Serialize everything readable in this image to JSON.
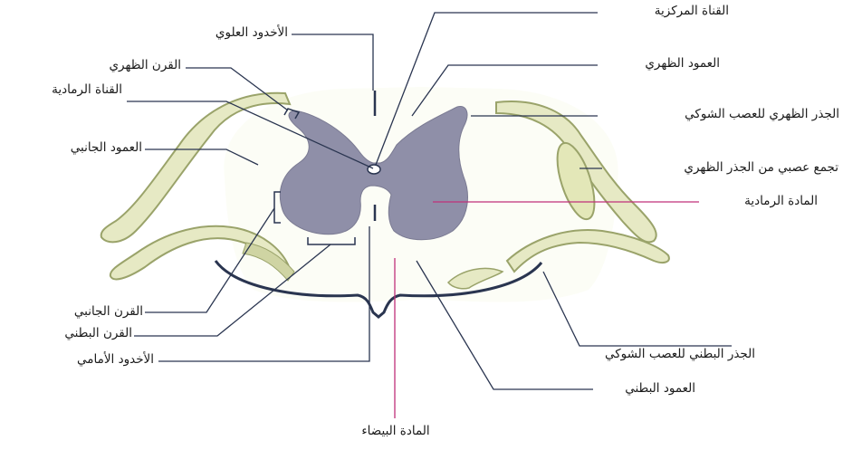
{
  "labels": {
    "posterior_median_sulcus": "الأخدود العلوي",
    "dorsal_horn": "القرن الظهري",
    "gray_commissure": "القناة الرمادية",
    "lateral_column": "العمود الجانبي",
    "lateral_horn": "القرن الجانبي",
    "ventral_horn": "القرن البطني",
    "anterior_median_fissure": "الأخدود الأمامي",
    "white_matter": "المادة البيضاء",
    "central_canal": "القناة المركزية",
    "dorsal_column": "العمود الظهري",
    "dorsal_root": "الجذر الظهري للعصب الشوكي",
    "dorsal_root_ganglion": "تجمع عصبي من الجذر الظهري",
    "gray_matter": "المادة الرمادية",
    "ventral_root": "الجذر البطني للعصب الشوكي",
    "ventral_column": "العمود البطني"
  },
  "colors": {
    "gray_matter": "#8f8fa8",
    "nerve_fill": "#e6e9c4",
    "nerve_outline": "#9aa36a",
    "outline": "#2a3550",
    "leader": "#2a3550",
    "magenta_leader": "#c0307a"
  }
}
